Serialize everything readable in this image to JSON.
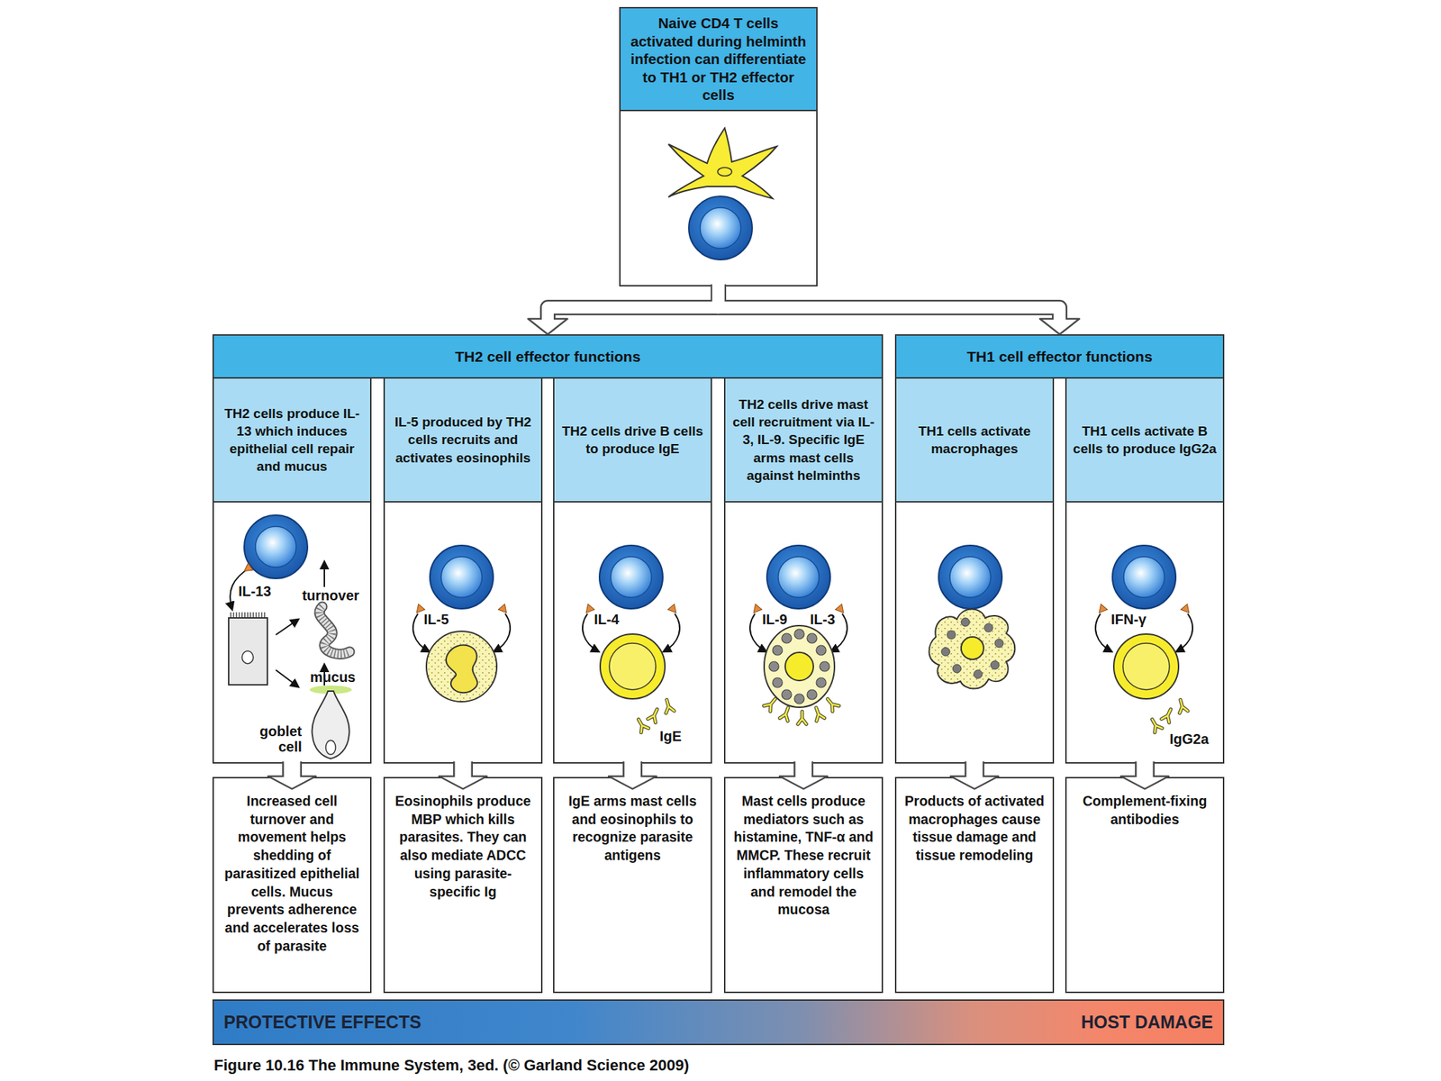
{
  "diagram": {
    "caption": "Figure 10.16 The Immune System, 3ed. (© Garland Science 2009)",
    "nodes": [
      {
        "text": [
          "Naive CD4 T cells activated during helminth infection can differentiate to TH1 or TH2 effector cells"
        ]
      },
      {
        "text": [
          "TH2 cell effector functions"
        ]
      },
      {
        "text": [
          "TH2 cells produce IL-13 which induces epithelial cell repair and mucus"
        ],
        "in": 1
      },
      {
        "text": [
          "IL-5 produced by TH2 cells recruits and activates eosinophils"
        ],
        "in": 1
      },
      {
        "text": [
          "TH2 cells drive B cells to produce IgE"
        ],
        "in": 1
      },
      {
        "text": [
          "TH2 cells drive mast cell recruitment via IL-3, IL-9. Specific IgE arms mast cells against helminths"
        ],
        "in": 1
      },
      {
        "text": [
          "TH1 cell effector functions"
        ]
      },
      {
        "text": [
          "TH1 cells activate macrophages"
        ],
        "in": 6
      },
      {
        "text": [
          "TH1 cells activate B cells to produce IgG2a"
        ],
        "in": 6
      },
      {
        "text": [
          "Increased cell turnover and movement helps shedding of parasitized epithelial cells. Mucus prevents adherence and accelerates loss of parasite"
        ]
      },
      {
        "text": [
          "Eosinophils produce MBP which kills parasites. They can also mediate ADCC using parasite-specific Ig"
        ]
      },
      {
        "text": [
          "IgE arms mast cells and eosinophils to recognize parasite antigens"
        ]
      },
      {
        "text": [
          "Mast cells produce mediators such as histamine, TNF-α and MMCP. These recruit inflammatory cells and remodel the mucosa"
        ]
      },
      {
        "text": [
          "Products of activated macrophages cause tissue damage and tissue remodeling"
        ]
      },
      {
        "text": [
          "Complement-fixing antibodies"
        ]
      },
      {
        "text": [
          "PROTECTIVE EFFECTS",
          "HOST DAMAGE"
        ]
      }
    ],
    "edges": [
      {
        "from": 0,
        "to": 1,
        "arrow": "to"
      },
      {
        "from": 0,
        "to": 6,
        "arrow": "to"
      },
      {
        "from": 2,
        "to": 9,
        "arrow": "to"
      },
      {
        "from": 3,
        "to": 10,
        "arrow": "to"
      },
      {
        "from": 4,
        "to": 11,
        "arrow": "to"
      },
      {
        "from": 5,
        "to": 12,
        "arrow": "to"
      },
      {
        "from": 7,
        "to": 13,
        "arrow": "to"
      },
      {
        "from": 8,
        "to": 14,
        "arrow": "to"
      }
    ],
    "labels": [
      "IL-13",
      "turnover",
      "mucus",
      "goblet cell",
      "IL-5",
      "IL-4",
      "IgE",
      "IL-9",
      "IL-3",
      "IFN-γ",
      "IgG2a"
    ]
  }
}
